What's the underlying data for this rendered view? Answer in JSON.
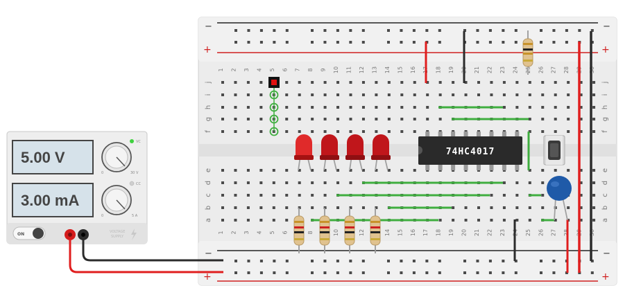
{
  "power_supply": {
    "voltage_display": "5.00 V",
    "current_display": "3.00 mA",
    "knob_voltage": {
      "min_label": "0",
      "max_label": "30 V",
      "indicator": "VC"
    },
    "knob_current": {
      "min_label": "0",
      "max_label": "5 A",
      "indicator": "CC"
    },
    "power_switch_label": "ON",
    "brand_line1": "VOLTAGE",
    "brand_line2": "SUPPLY"
  },
  "breadboard": {
    "rail_minus": "−",
    "rail_plus": "+",
    "column_numbers": [
      "1",
      "2",
      "3",
      "4",
      "5",
      "6",
      "7",
      "8",
      "9",
      "10",
      "11",
      "12",
      "13",
      "14",
      "15",
      "16",
      "17",
      "18",
      "19",
      "20",
      "21",
      "22",
      "23",
      "24",
      "25",
      "26",
      "27",
      "28",
      "29",
      "30"
    ],
    "rows_top": [
      "j",
      "i",
      "h",
      "g",
      "f"
    ],
    "rows_bottom": [
      "e",
      "d",
      "c",
      "b",
      "a"
    ]
  },
  "chip": {
    "label": "74HC4017"
  },
  "colors": {
    "red_wire": "#e01e1e",
    "black_wire": "#2b2b2b",
    "green_wire": "#3fae3f",
    "led_red": "#c0161b",
    "capacitor_blue": "#1f5aa8",
    "lcd_background": "#d6e2ea"
  }
}
